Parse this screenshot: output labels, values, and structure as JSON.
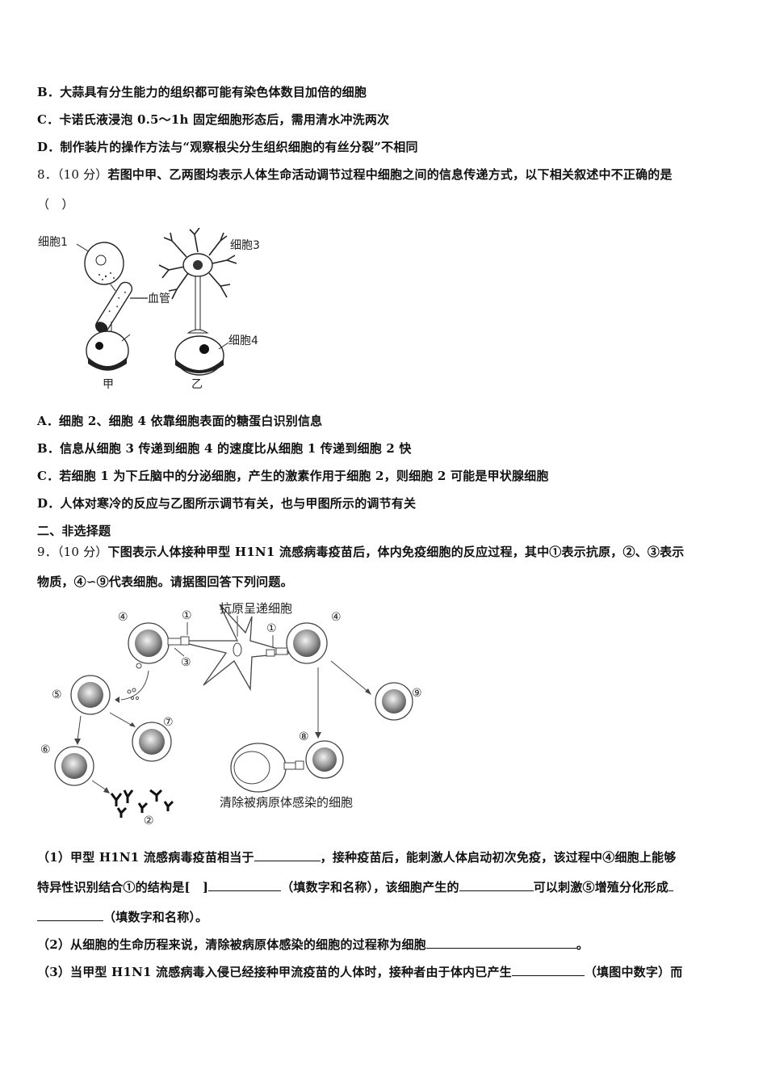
{
  "q7_options": {
    "B": "B．大蒜具有分生能力的组织都可能有染色体数目加倍的细胞",
    "C": "C．卡诺氏液浸泡 0.5～1h 固定细胞形态后，需用清水冲洗两次",
    "D": "D．制作装片的操作方法与“观察根尖分生组织细胞的有丝分裂”不相同"
  },
  "q8": {
    "number": "8．（10 分）",
    "stem": "若图中甲、乙两图均表示人体生命活动调节过程中细胞之间的信息传递方式，以下相关叙述中不正确的是",
    "paren": "（　）",
    "figure": {
      "labels": {
        "cell1": "细胞1",
        "vessel": "血管",
        "cell3": "细胞3",
        "cell4": "细胞4",
        "jia": "甲",
        "yi": "乙"
      }
    },
    "options": {
      "A": "A．细胞 2、细胞 4 依靠细胞表面的糖蛋白识别信息",
      "B": "B．信息从细胞 3 传递到细胞 4 的速度比从细胞 1 传递到细胞 2 快",
      "C": "C．若细胞 1 为下丘脑中的分泌细胞，产生的激素作用于细胞 2，则细胞 2 可能是甲状腺细胞",
      "D": "D．人体对寒冷的反应与乙图所示调节有关，也与甲图所示的调节有关"
    }
  },
  "section2": {
    "title": "二、非选择题"
  },
  "q9": {
    "number": "9．（10 分）",
    "stem_line1": "下图表示人体接种甲型 H1N1 流感病毒疫苗后，体内免疫细胞的反应过程，其中①表示抗原，②、③表示",
    "stem_line2": "物质，④∽⑨代表细胞。请据图回答下列问题。",
    "figure": {
      "labels": {
        "apc": "抗原呈递细胞",
        "clear": "清除被病原体感染的细胞",
        "n1": "①",
        "n2": "②",
        "n3": "③",
        "n4": "④",
        "n5": "⑤",
        "n6": "⑥",
        "n7": "⑦",
        "n8": "⑧",
        "n9": "⑨"
      }
    },
    "sub1": {
      "l1a": "（1）甲型 H1N1 流感病毒疫苗相当于",
      "l1b": "，接种疫苗后，能刺激人体启动初次免疫，该过程中④细胞上能够",
      "l2a": "特异性识别结合①的结构是[　]",
      "l2b": "（填数字和名称），该细胞产生的",
      "l2c": "可以刺激⑤增殖分化形成",
      "l3": "（填数字和名称）。"
    },
    "sub2": {
      "a": "（2）从细胞的生命历程来说，清除被病原体感染的细胞的过程称为细胞",
      "b": "。"
    },
    "sub3": {
      "a": "（3）当甲型 H1N1 流感病毒入侵已经接种甲流疫苗的人体时，接种者由于体内已产生",
      "b": "（填图中数字）而"
    }
  }
}
